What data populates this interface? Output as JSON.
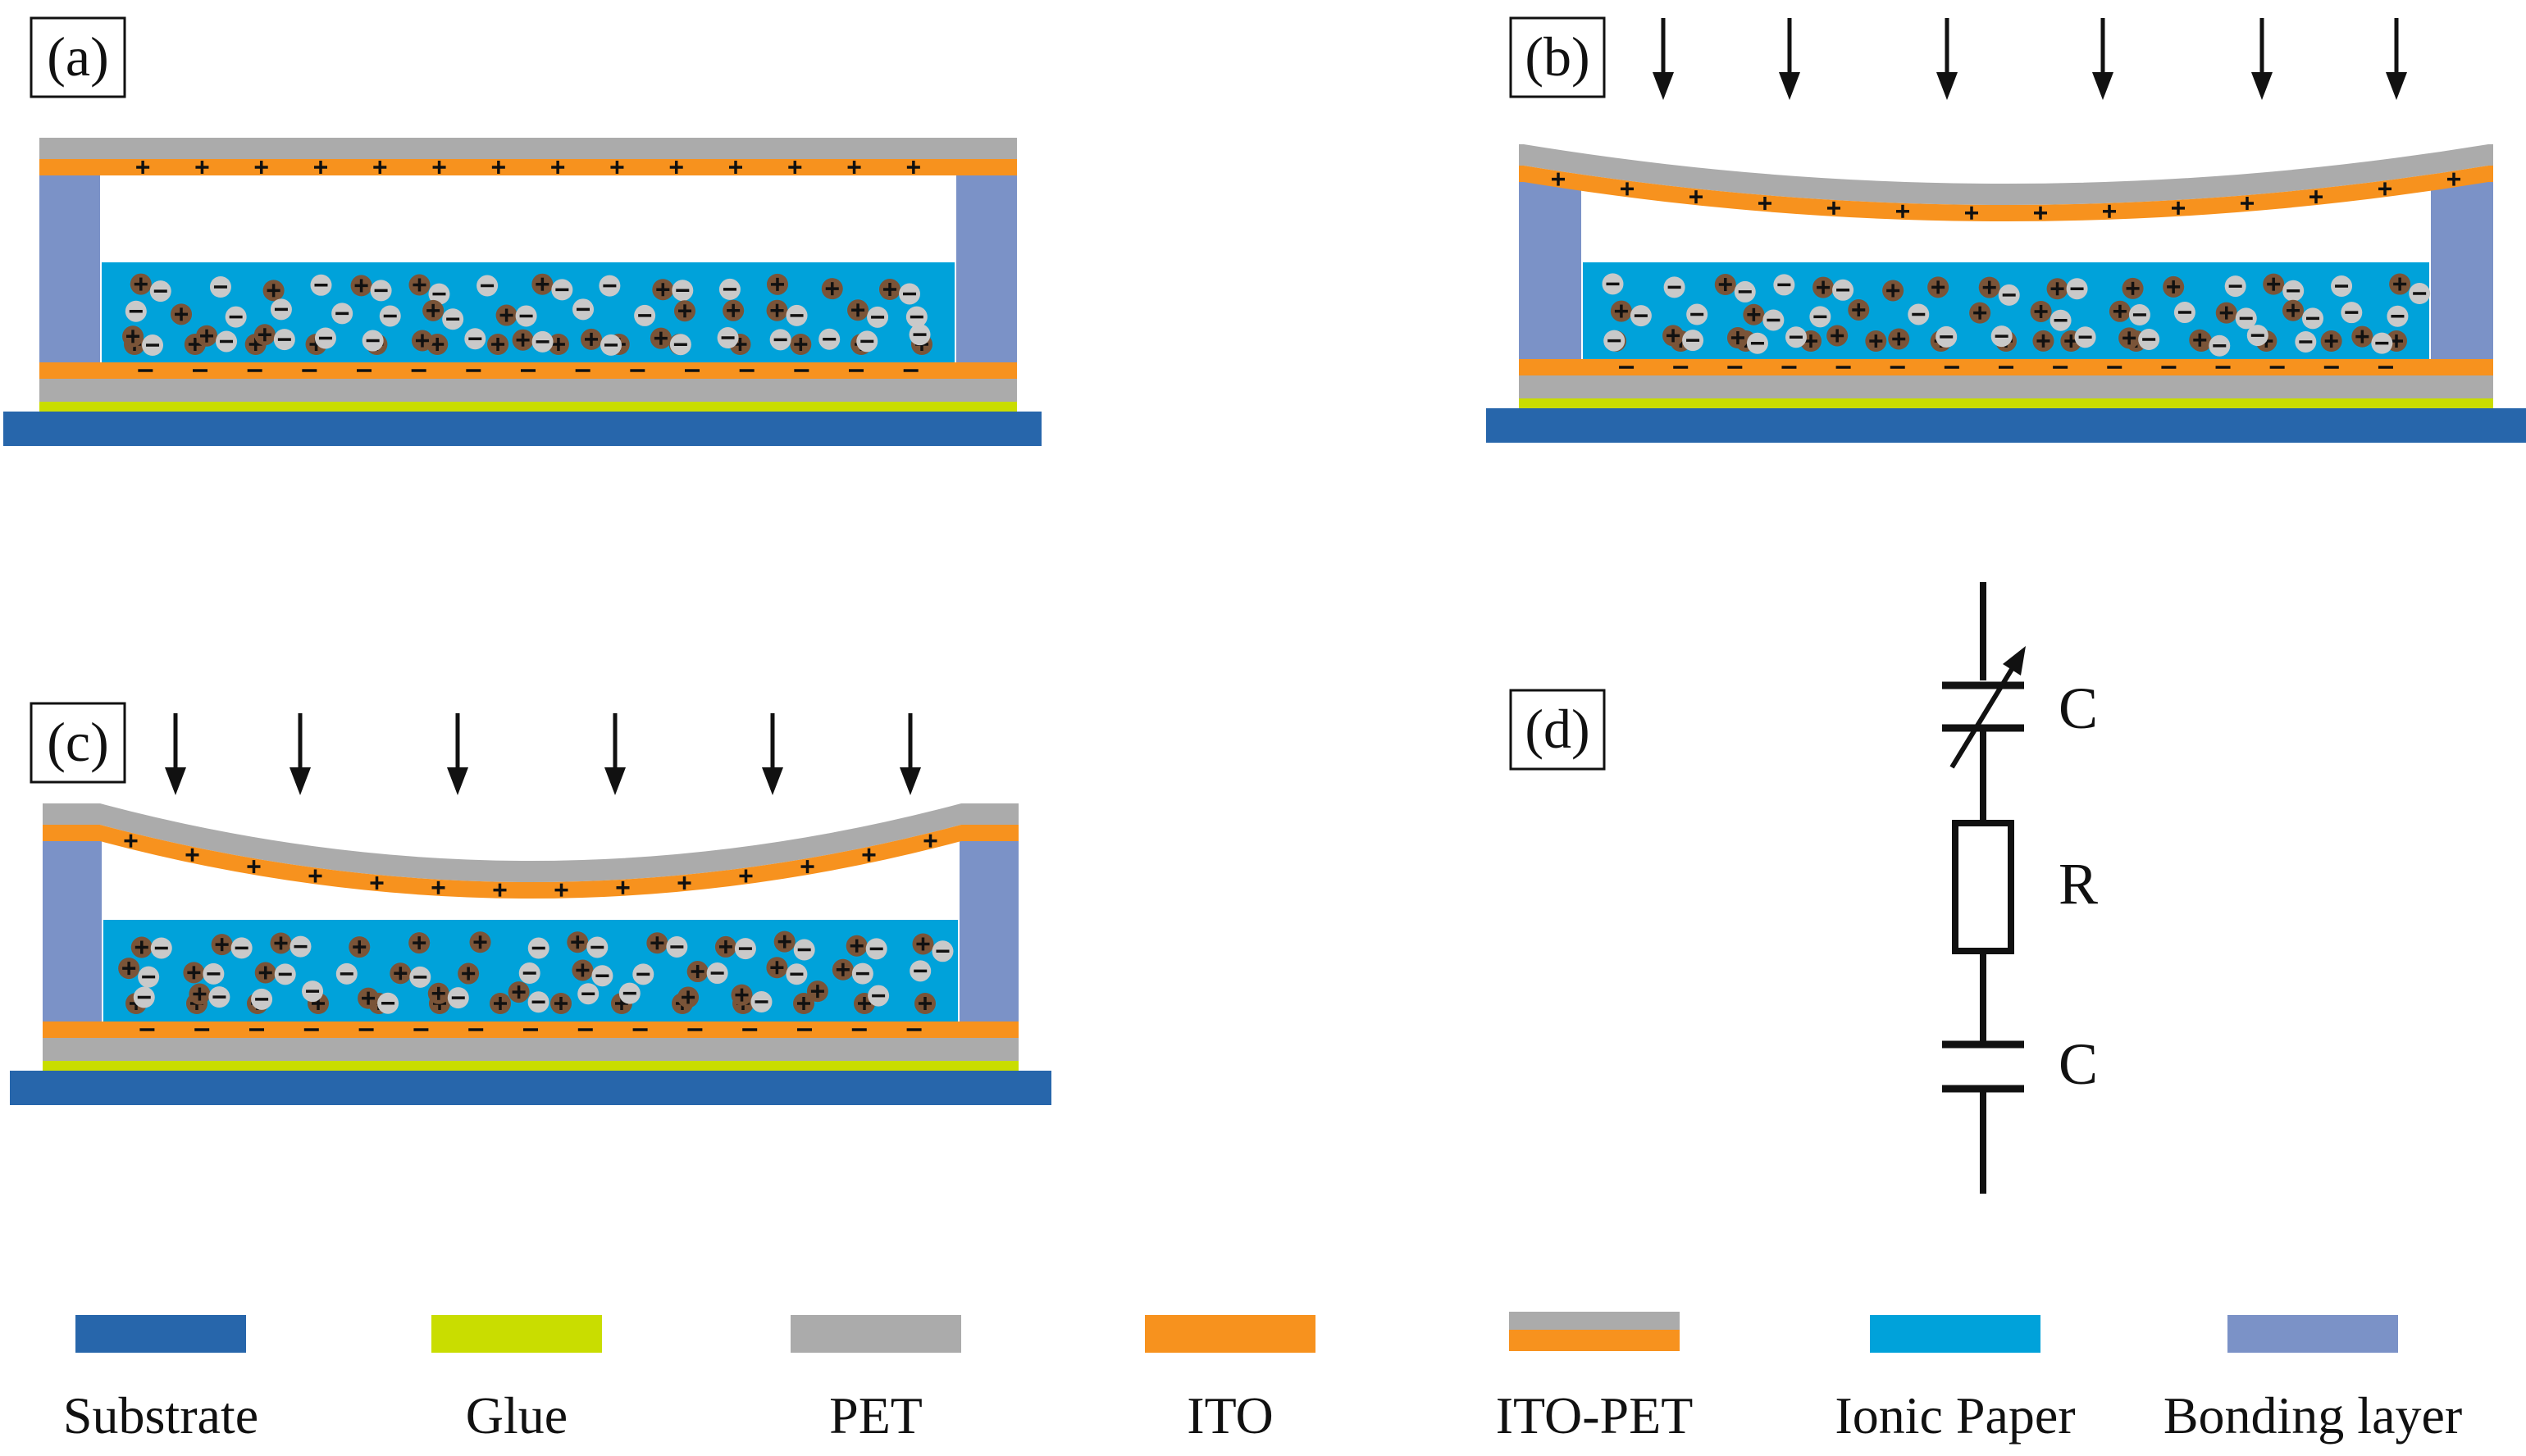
{
  "colors": {
    "substrate": "#2766AB",
    "glue": "#C9DD00",
    "pet": "#ABABAB",
    "ito": "#F7921E",
    "ionic_paper": "#00A2DA",
    "bonding_layer": "#7B92C7",
    "ion_positive": "#7A5438",
    "ion_negative": "#C9C9C9",
    "ink": "#111111"
  },
  "panels": [
    {
      "id": "a",
      "label": "(a)",
      "state": "unpressed"
    },
    {
      "id": "b",
      "label": "(b)",
      "state": "slight-pressure"
    },
    {
      "id": "c",
      "label": "(c)",
      "state": "strong-pressure"
    },
    {
      "id": "d",
      "label": "(d)",
      "state": "equivalent-circuit"
    }
  ],
  "circuit": {
    "top_capacitor_label": "C",
    "resistor_label": "R",
    "bottom_capacitor_label": "C"
  },
  "legend": [
    {
      "key": "substrate",
      "label": "Substrate",
      "swatch": "solid",
      "color": "#2766AB"
    },
    {
      "key": "glue",
      "label": "Glue",
      "swatch": "solid",
      "color": "#C9DD00"
    },
    {
      "key": "pet",
      "label": "PET",
      "swatch": "solid",
      "color": "#ABABAB"
    },
    {
      "key": "ito",
      "label": "ITO",
      "swatch": "solid",
      "color": "#F7921E"
    },
    {
      "key": "ito_pet",
      "label": "ITO-PET",
      "swatch": "double",
      "color": "#ABABAB",
      "color2": "#F7921E"
    },
    {
      "key": "ionic_paper",
      "label": "Ionic Paper",
      "swatch": "solid",
      "color": "#00A2DA"
    },
    {
      "key": "bonding_layer",
      "label": "Bonding layer",
      "swatch": "solid",
      "color": "#7B92C7"
    }
  ]
}
